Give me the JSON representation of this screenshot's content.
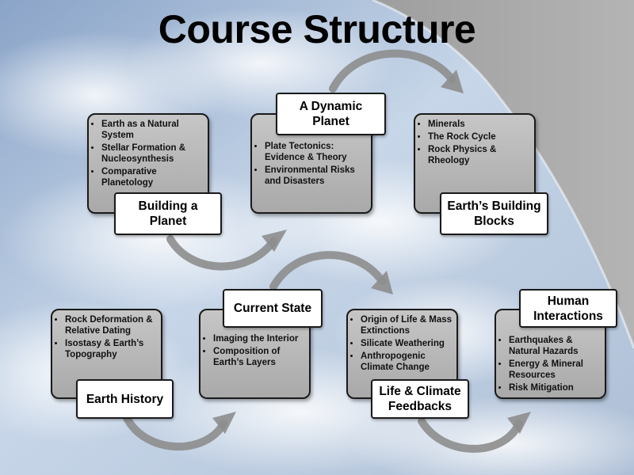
{
  "title": "Course Structure",
  "modules": [
    {
      "label": "Building a\nPlanet",
      "items": [
        "Earth as a Natural System",
        "Stellar Formation & Nucleosynthesis",
        "Comparative Planetology"
      ]
    },
    {
      "label": "A Dynamic\nPlanet",
      "items": [
        "Plate Tectonics: Evidence & Theory",
        "Environmental Risks and Disasters"
      ]
    },
    {
      "label": "Earth’s Building\nBlocks",
      "items": [
        "Minerals",
        "The Rock Cycle",
        "Rock Physics & Rheology"
      ]
    },
    {
      "label": "Earth History",
      "items": [
        "Rock Deformation & Relative Dating",
        "Isostasy & Earth’s Topography"
      ]
    },
    {
      "label": "Current State",
      "items": [
        "Imaging the Interior",
        "Composition of Earth’s Layers"
      ]
    },
    {
      "label": "Life & Climate\nFeedbacks",
      "items": [
        "Origin of Life & Mass Extinctions",
        "Silicate Weathering",
        "Anthropogenic Climate Change"
      ]
    },
    {
      "label": "Human\nInteractions",
      "items": [
        "Earthquakes & Natural Hazards",
        "Energy & Mineral Resources",
        "Risk Mitigation"
      ]
    }
  ]
}
